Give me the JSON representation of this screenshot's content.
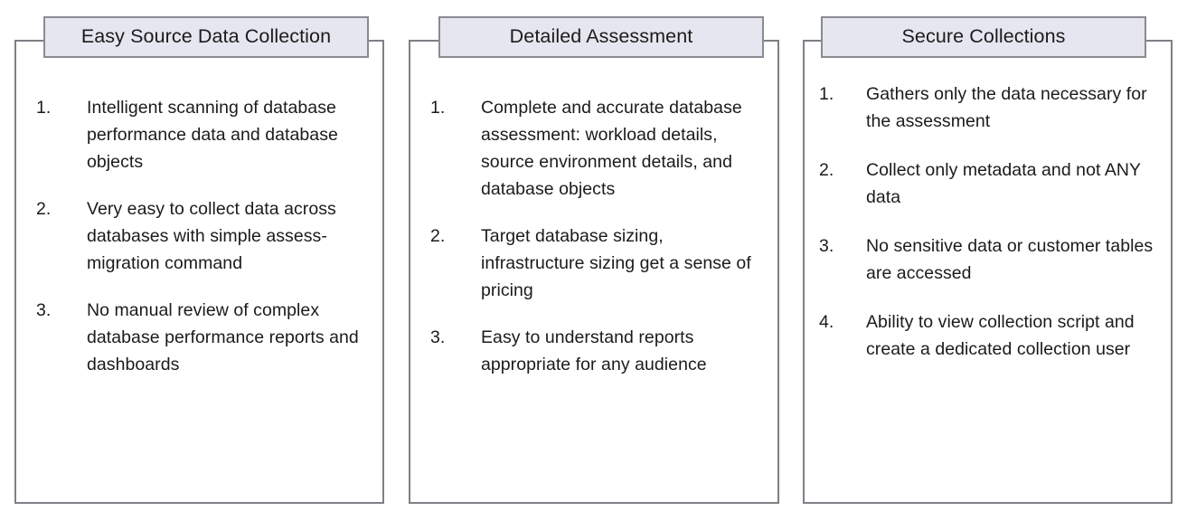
{
  "document": {
    "type": "three-column-feature-diagram",
    "background_color": "#ffffff",
    "panel_border_color": "#7f7f86",
    "header_fill_color": "#e6e6f0",
    "header_border_color": "#8a8a92",
    "text_color": "#1b1b1b"
  },
  "columns": [
    {
      "header": "Easy Source Data Collection",
      "items": [
        {
          "number": "1.",
          "text": "Intelligent scanning of database performance data and database objects"
        },
        {
          "number": "2.",
          "text": "Very easy to collect data across databases with simple assess-migration command"
        },
        {
          "number": "3.",
          "text": "No manual review of complex database performance reports and dashboards"
        }
      ]
    },
    {
      "header": "Detailed Assessment",
      "items": [
        {
          "number": "1.",
          "text": "Complete and accurate database assessment: workload details, source environment details, and database objects"
        },
        {
          "number": "2.",
          "text": "Target database sizing, infrastructure sizing get a sense of pricing"
        },
        {
          "number": "3.",
          "text": "Easy to understand reports appropriate for any audience"
        }
      ]
    },
    {
      "header": "Secure Collections",
      "items": [
        {
          "number": "1.",
          "text": "Gathers only the data necessary for the assessment"
        },
        {
          "number": "2.",
          "text": "Collect only metadata and not ANY data"
        },
        {
          "number": "3.",
          "text": "No sensitive data or customer tables are accessed"
        },
        {
          "number": "4.",
          "text": "Ability to view collection script and create a dedicated collection user"
        }
      ]
    }
  ]
}
